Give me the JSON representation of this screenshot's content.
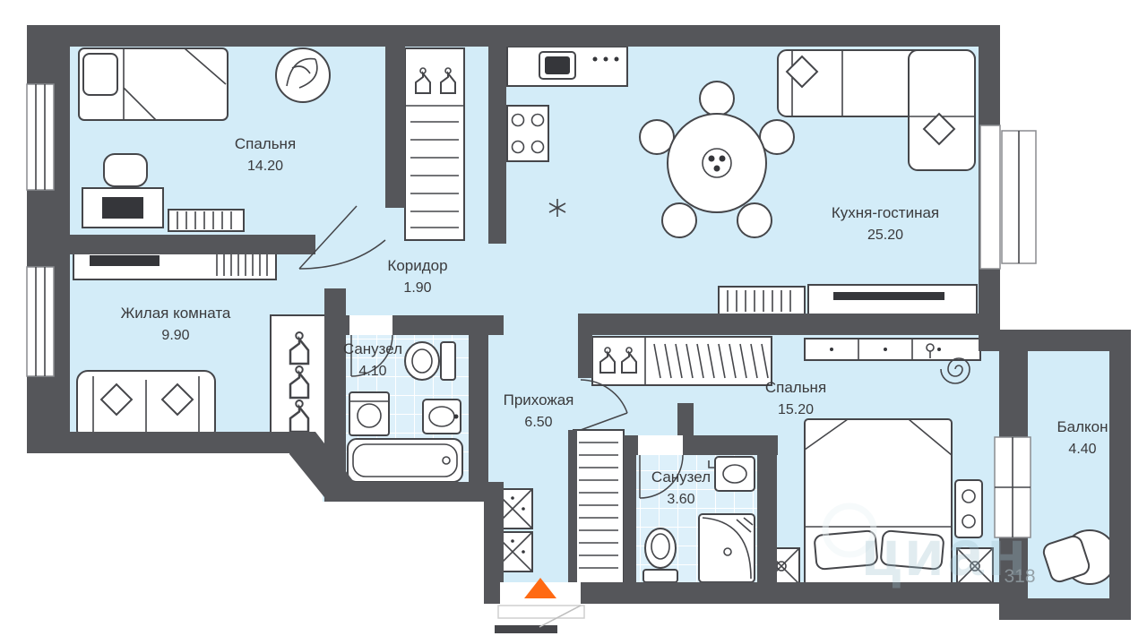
{
  "floorplan": {
    "rooms": [
      {
        "id": "bedroom-1",
        "label": "Спальня",
        "area": "14.20"
      },
      {
        "id": "living-room",
        "label": "Жилая комната",
        "area": "9.90"
      },
      {
        "id": "corridor",
        "label": "Коридор",
        "area": "1.90"
      },
      {
        "id": "bathroom-1",
        "label": "Санузел",
        "area": "4.10"
      },
      {
        "id": "hallway",
        "label": "Прихожая",
        "area": "6.50"
      },
      {
        "id": "kitchen-living",
        "label": "Кухня-гостиная",
        "area": "25.20"
      },
      {
        "id": "bedroom-2",
        "label": "Спальня",
        "area": "15.20"
      },
      {
        "id": "bathroom-2",
        "label": "Санузел",
        "area": "3.60"
      },
      {
        "id": "balcony",
        "label": "Балкон",
        "area": "4.40"
      }
    ],
    "watermark": {
      "text": "циан",
      "number": "318"
    },
    "colors": {
      "wall": "#55565a",
      "room_fill": "#d3ecf8",
      "tile_fill": "#ddf0fa",
      "entrance_marker": "#ff6a13",
      "furniture_stroke": "#45464a",
      "label_text": "#3a3a3c"
    }
  }
}
